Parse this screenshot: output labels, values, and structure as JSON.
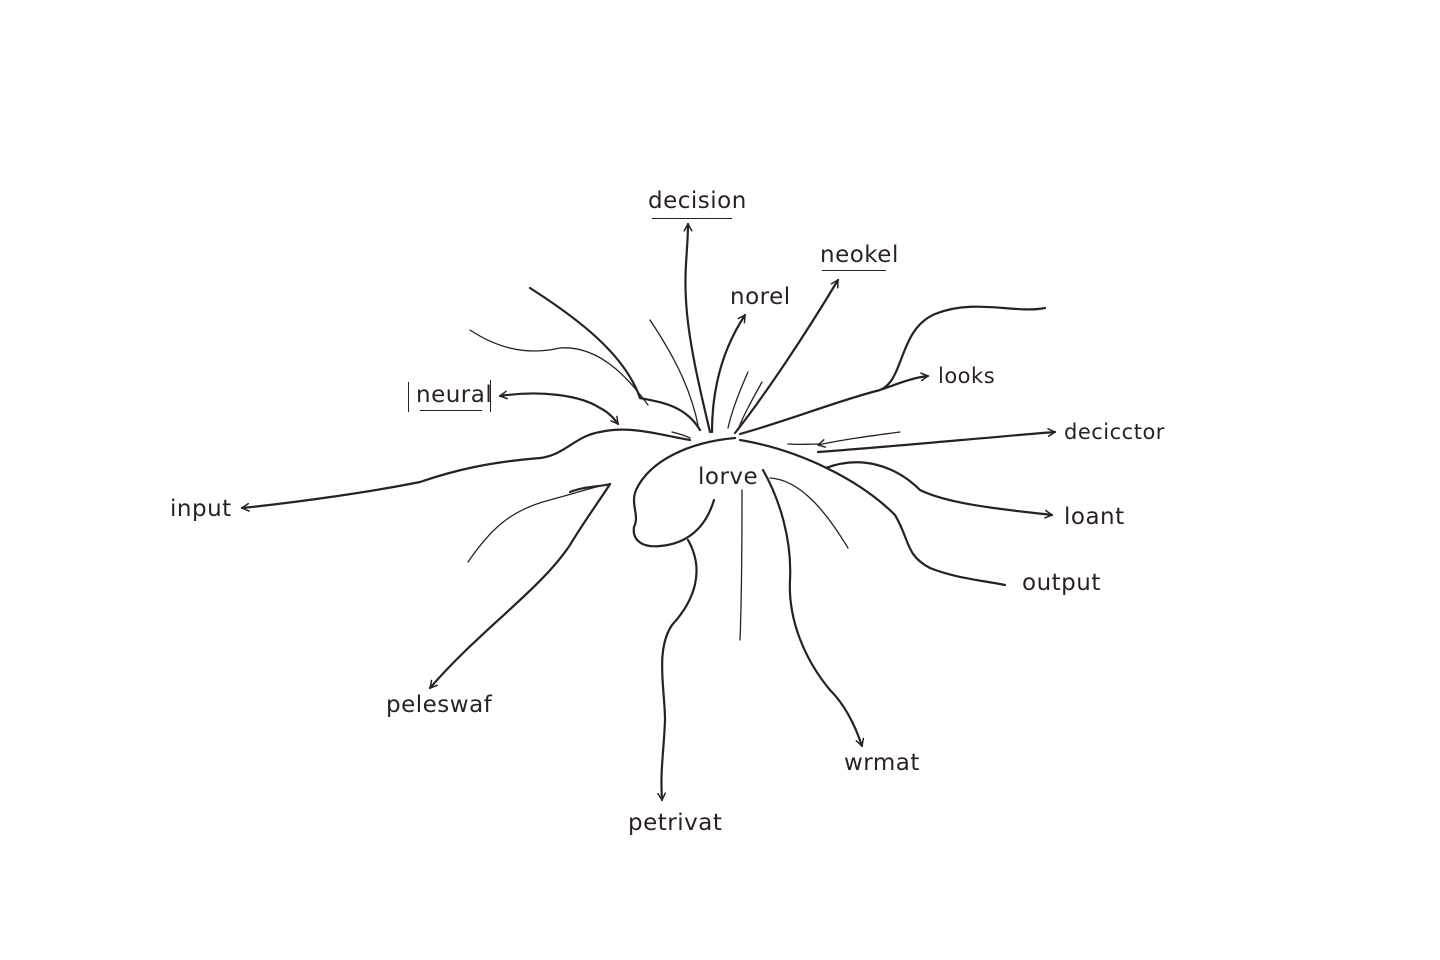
{
  "diagram": {
    "center": "lorve",
    "labels": {
      "decision": "decision",
      "neokel": "neokel",
      "norel": "norel",
      "neural": "neural",
      "looks": "looks",
      "decicctor": "decicctor",
      "input": "input",
      "loant": "loant",
      "output": "output",
      "peleswaf": "peleswaf",
      "wrmat": "wrmat",
      "petrivat": "petrivat"
    }
  }
}
